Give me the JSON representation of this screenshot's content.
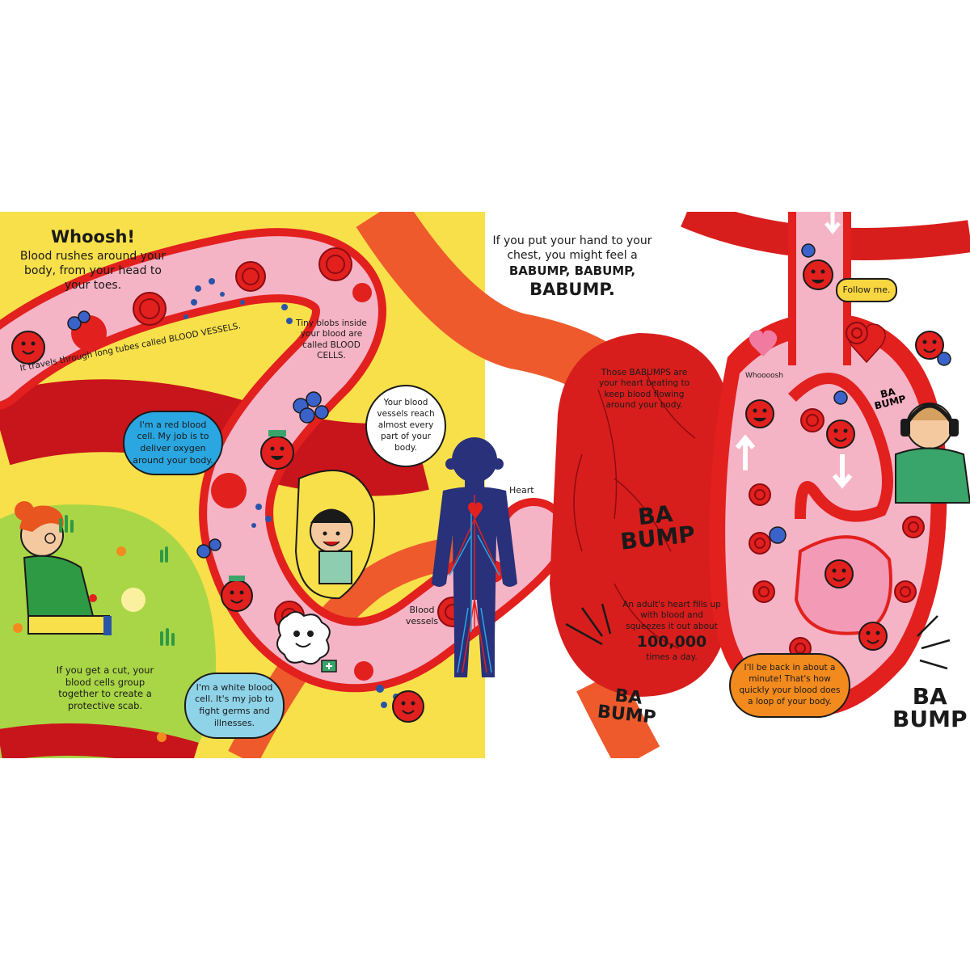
{
  "left_page": {
    "intro_heading": "Whoosh!",
    "intro_body": "Blood rushes around your body, from your head to your toes.",
    "vessel_label": "It travels through long tubes called BLOOD VESSELS.",
    "cells_note": "Tiny blobs inside your blood are called BLOOD CELLS.",
    "red_cell_bubble": "I'm a red blood cell. My job is to deliver oxygen around your body.",
    "vessels_bubble": "Your blood vessels reach almost every part of your body.",
    "heart_label": "Heart",
    "blood_vessels_label": "Blood vessels",
    "scab_text": "If you get a cut, your blood cells group together to create a protective scab.",
    "white_cell_bubble": "I'm a white blood cell. It's my job to fight germs and illnesses."
  },
  "right_page": {
    "chest_text": "If you put your hand to your chest, you might feel a",
    "babump_line": "BABUMP, BABUMP,",
    "babump_big": "BABUMP.",
    "babumps_note": "Those BABUMPS are your heart beating to keep blood flowing around your body.",
    "follow_bubble": "Follow me.",
    "whoosh_small": "Whoooosh",
    "ba_bump_top_1": "BA",
    "ba_bump_top_2": "BUMP",
    "ba_bump_heart_1": "BA",
    "ba_bump_heart_2": "BUMP",
    "adult_heart_text": "An adult's heart fills up with blood and squeezes it out about",
    "adult_heart_number": "100,000",
    "adult_heart_tail": "times a day.",
    "ba_bump_left_1": "BA",
    "ba_bump_left_2": "BUMP",
    "ba_bump_right_1": "BA",
    "ba_bump_right_2": "BUMP",
    "back_bubble": "I'll be back in about a minute! That's how quickly your blood does a loop of your body."
  },
  "colors": {
    "yellow": "#f8e04a",
    "green": "#a9d646",
    "vessel_pink": "#f5b3c6",
    "vessel_red": "#e2201e",
    "heart_red": "#d81e1c",
    "dark_red": "#b8151a",
    "orange": "#ee5a2c",
    "bubble_blue": "#2aa6e0",
    "bubble_light_blue": "#8fd3e8",
    "bubble_yellow": "#f8d640",
    "bubble_orange": "#f28a1e",
    "body_navy": "#28317a"
  },
  "icons": [
    "red-blood-cell-icon",
    "white-blood-cell-icon",
    "platelet-icon",
    "first-aid-kit-icon",
    "arrow-up-icon",
    "arrow-down-icon",
    "headphones-icon",
    "heart-icon"
  ]
}
